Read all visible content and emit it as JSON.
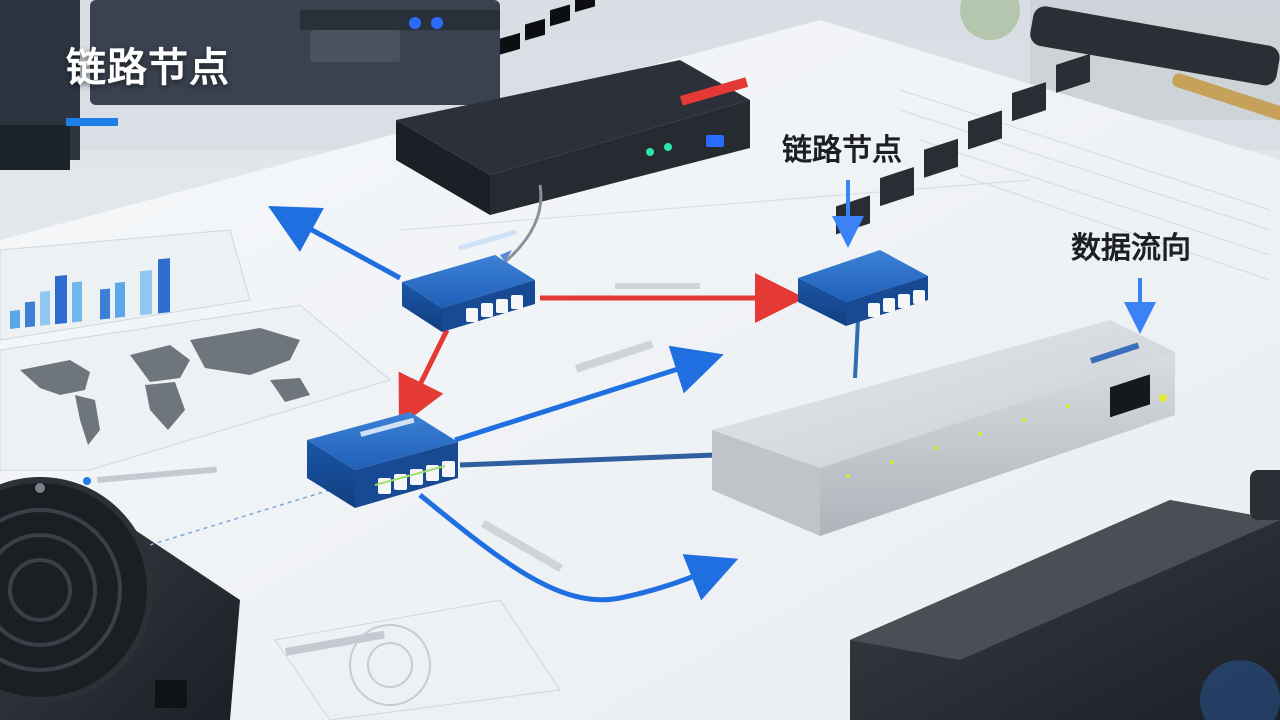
{
  "slide": {
    "title": "链路节点",
    "accent_color": "#1e7fe6"
  },
  "callouts": {
    "node_label": "链路节点",
    "flow_label": "数据流向"
  },
  "colors": {
    "flow_blue": "#1f6fe0",
    "flow_red": "#e53935",
    "node_blue": "#1f5fb8",
    "paper": "#f3f5f7"
  },
  "devices": {
    "nodes": [
      "link-node-1",
      "link-node-2",
      "link-node-3"
    ],
    "switch_ports": 6
  }
}
